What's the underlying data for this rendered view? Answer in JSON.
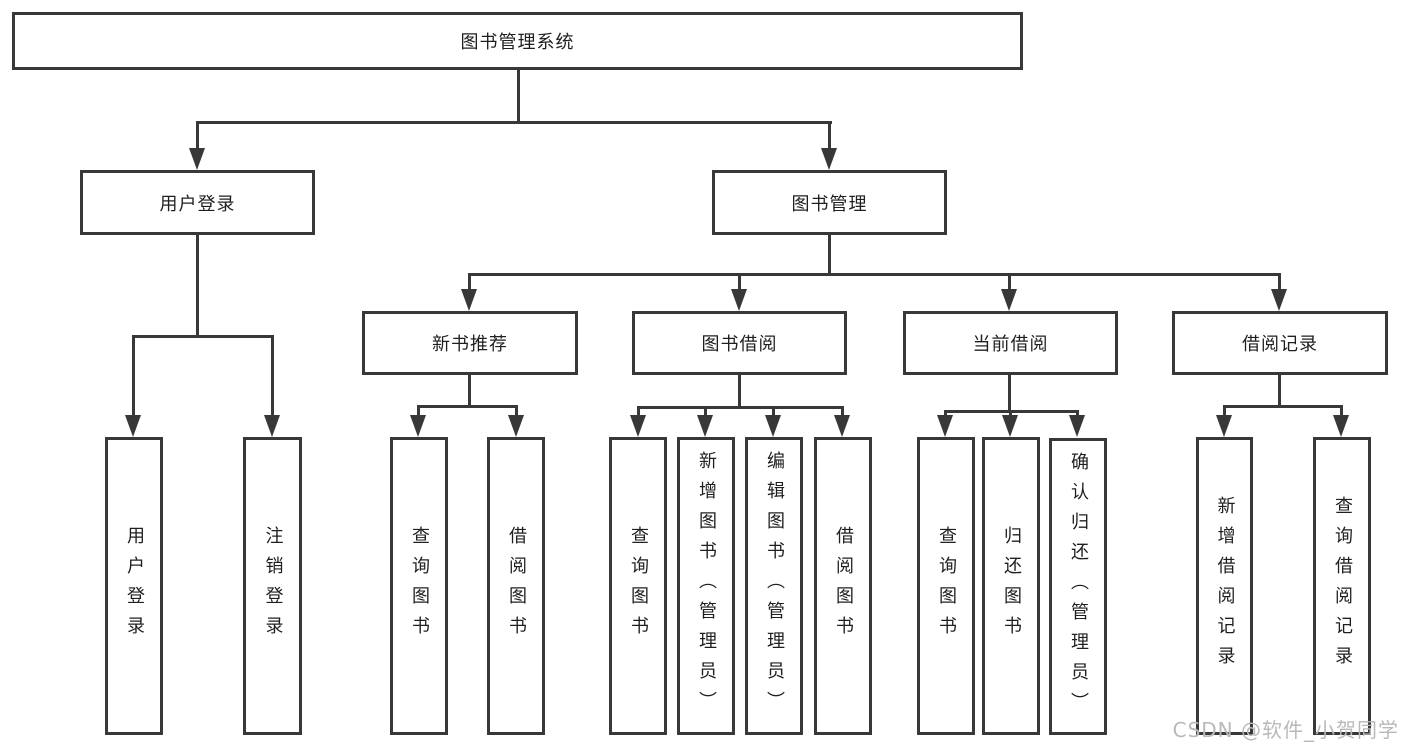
{
  "diagram": {
    "root": {
      "label": "图书管理系统"
    },
    "level2": [
      {
        "label": "用户登录"
      },
      {
        "label": "图书管理"
      }
    ],
    "level3": [
      {
        "label": "新书推荐"
      },
      {
        "label": "图书借阅"
      },
      {
        "label": "当前借阅"
      },
      {
        "label": "借阅记录"
      }
    ],
    "leaves": {
      "user_login": [
        "用户登录",
        "注销登录"
      ],
      "new_book": [
        "查询图书",
        "借阅图书"
      ],
      "book_borrow": [
        "查询图书",
        "新增图书（管理员）",
        "编辑图书（管理员）",
        "借阅图书"
      ],
      "current_borrow": [
        "查询图书",
        "归还图书",
        "确认归还（管理员）"
      ],
      "borrow_record": [
        "新增借阅记录",
        "查询借阅记录"
      ]
    }
  },
  "watermark": {
    "text": "CSDN @软件_小贺同学"
  },
  "colors": {
    "line": "#383838",
    "text": "#1f1f1f",
    "watermark": "#b9b9b9",
    "background": "#ffffff"
  }
}
